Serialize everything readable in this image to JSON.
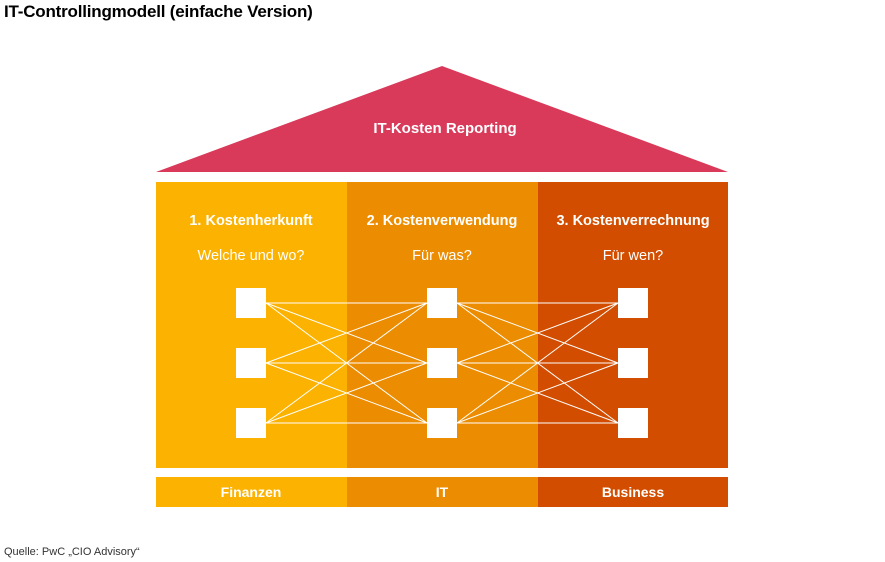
{
  "title": "IT-Controllingmodell (einfache Version)",
  "roof": {
    "label": "IT-Kosten Reporting",
    "color": "#d93a5a"
  },
  "columns": [
    {
      "heading": "1. Kostenherkunft",
      "question": "Welche und wo?",
      "footer": "Finanzen",
      "color": "#fbb200"
    },
    {
      "heading": "2. Kostenverwendung",
      "question": "Für was?",
      "footer": "IT",
      "color": "#ec8c00"
    },
    {
      "heading": "3. Kostenverrechnung",
      "question": "Für wen?",
      "footer": "Business",
      "color": "#d24d00"
    }
  ],
  "source": "Quelle: PwC „CIO Advisory“"
}
